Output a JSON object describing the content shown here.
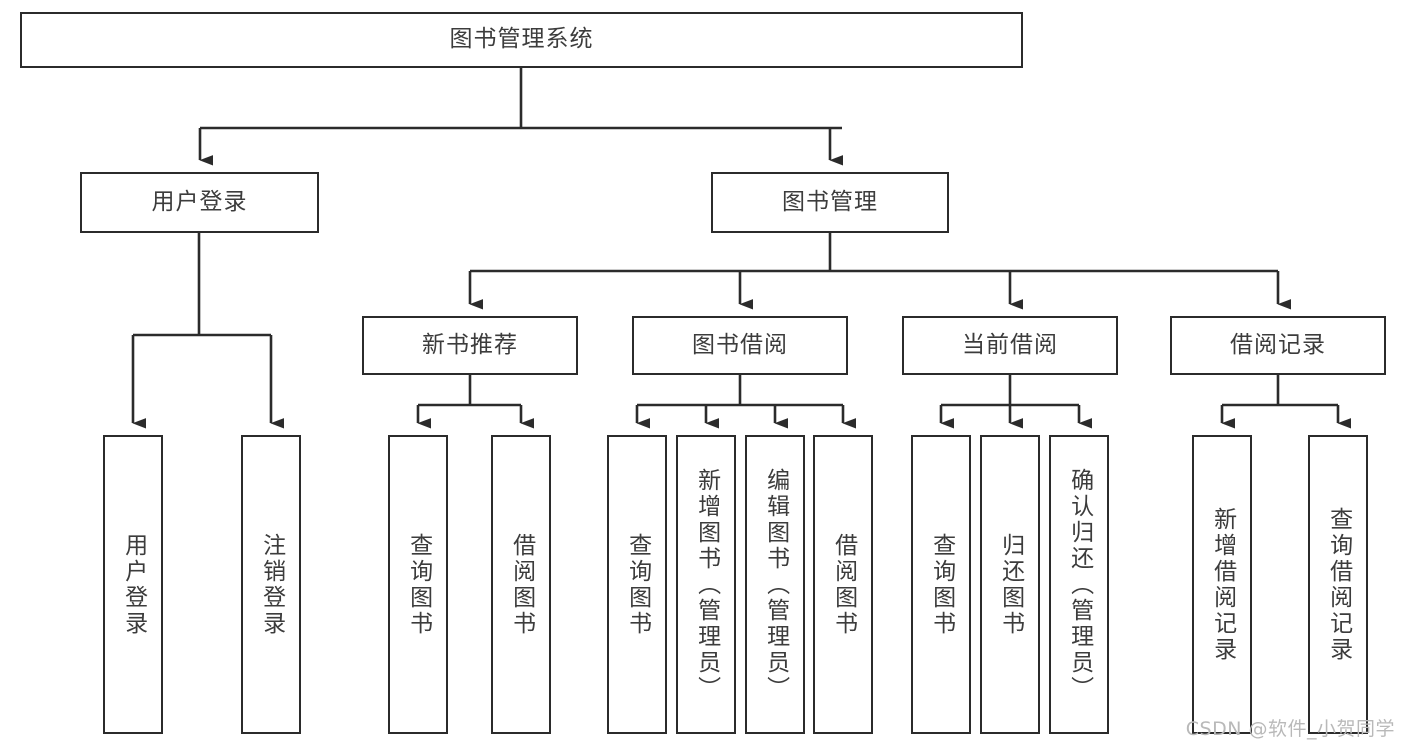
{
  "diagram": {
    "type": "tree",
    "title": "图书管理系统",
    "watermark": "CSDN @软件_小贺同学",
    "colors": {
      "box_border": "#2b2b2b",
      "box_fill": "#ffffff",
      "text": "#3c3c3c",
      "edge": "#2b2b2b",
      "watermark": "#b9b9b9"
    },
    "nodes": {
      "root": {
        "label": "图书管理系统"
      },
      "level2": [
        {
          "id": "user-login",
          "label": "用户登录"
        },
        {
          "id": "book-manage",
          "label": "图书管理"
        }
      ],
      "level3": [
        {
          "id": "new-book-recommend",
          "label": "新书推荐"
        },
        {
          "id": "book-borrow",
          "label": "图书借阅"
        },
        {
          "id": "current-borrow",
          "label": "当前借阅"
        },
        {
          "id": "borrow-record",
          "label": "借阅记录"
        }
      ],
      "leaves": {
        "user-login": [
          {
            "id": "leaf-user-login",
            "label": "用户登录"
          },
          {
            "id": "leaf-logout-login",
            "label": "注销登录"
          }
        ],
        "new-book-recommend": [
          {
            "id": "leaf-query-book-1",
            "label": "查询图书"
          },
          {
            "id": "leaf-borrow-book-1",
            "label": "借阅图书"
          }
        ],
        "book-borrow": [
          {
            "id": "leaf-query-book-2",
            "label": "查询图书"
          },
          {
            "id": "leaf-add-book-admin",
            "label": "新增图书（管理员）"
          },
          {
            "id": "leaf-edit-book-admin",
            "label": "编辑图书（管理员）"
          },
          {
            "id": "leaf-borrow-book-2",
            "label": "借阅图书"
          }
        ],
        "current-borrow": [
          {
            "id": "leaf-query-book-3",
            "label": "查询图书"
          },
          {
            "id": "leaf-return-book",
            "label": "归还图书"
          },
          {
            "id": "leaf-confirm-return-admin",
            "label": "确认归还（管理员）"
          }
        ],
        "borrow-record": [
          {
            "id": "leaf-add-borrow-record",
            "label": "新增借阅记录"
          },
          {
            "id": "leaf-query-borrow-record",
            "label": "查询借阅记录"
          }
        ]
      }
    }
  }
}
